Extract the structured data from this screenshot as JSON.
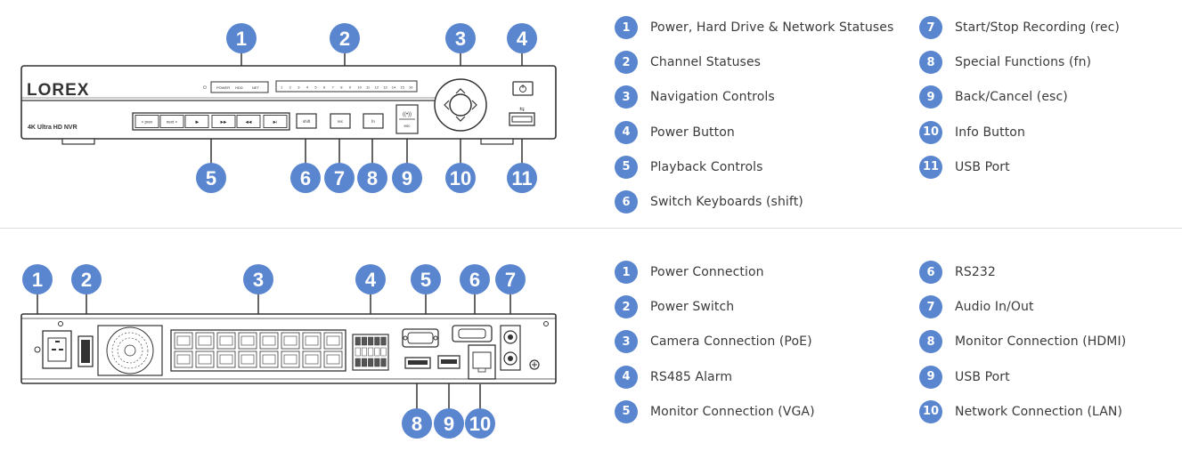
{
  "front": {
    "brand": "LOREX",
    "model": "4K Ultra HD NVR",
    "status_labels": [
      "POWER",
      "HDD",
      "NET"
    ],
    "channel_numbers": [
      "1",
      "2",
      "3",
      "4",
      "5",
      "6",
      "7",
      "8",
      "9",
      "10",
      "11",
      "12",
      "13",
      "14",
      "15",
      "16"
    ],
    "playback_buttons": [
      "< prev",
      "next >",
      "I▶",
      "▶▶",
      "◀◀",
      "▶I"
    ],
    "shift_label": "shift",
    "rec_label": "rec",
    "fn_label": "fn",
    "esc_label": "esc",
    "markers": [
      "1",
      "2",
      "3",
      "4",
      "5",
      "6",
      "7",
      "8",
      "9",
      "10",
      "11"
    ],
    "legend": [
      {
        "num": "1",
        "label": "Power, Hard Drive & Network Statuses"
      },
      {
        "num": "2",
        "label": "Channel Statuses"
      },
      {
        "num": "3",
        "label": "Navigation Controls"
      },
      {
        "num": "4",
        "label": "Power Button"
      },
      {
        "num": "5",
        "label": "Playback Controls"
      },
      {
        "num": "6",
        "label": "Switch Keyboards (shift)"
      },
      {
        "num": "7",
        "label": "Start/Stop Recording (rec)"
      },
      {
        "num": "8",
        "label": "Special Functions (fn)"
      },
      {
        "num": "9",
        "label": "Back/Cancel (esc)"
      },
      {
        "num": "10",
        "label": "Info Button"
      },
      {
        "num": "11",
        "label": "USB Port"
      }
    ]
  },
  "rear": {
    "markers": [
      "1",
      "2",
      "3",
      "4",
      "5",
      "6",
      "7",
      "8",
      "9",
      "10"
    ],
    "legend": [
      {
        "num": "1",
        "label": "Power Connection"
      },
      {
        "num": "2",
        "label": "Power Switch"
      },
      {
        "num": "3",
        "label": "Camera Connection (PoE)"
      },
      {
        "num": "4",
        "label": "RS485 Alarm"
      },
      {
        "num": "5",
        "label": "Monitor Connection (VGA)"
      },
      {
        "num": "6",
        "label": "RS232"
      },
      {
        "num": "7",
        "label": "Audio In/Out"
      },
      {
        "num": "8",
        "label": "Monitor Connection (HDMI)"
      },
      {
        "num": "9",
        "label": "USB Port"
      },
      {
        "num": "10",
        "label": "Network Connection (LAN)"
      }
    ]
  },
  "colors": {
    "accent": "#5a86cf",
    "line": "#333333"
  }
}
